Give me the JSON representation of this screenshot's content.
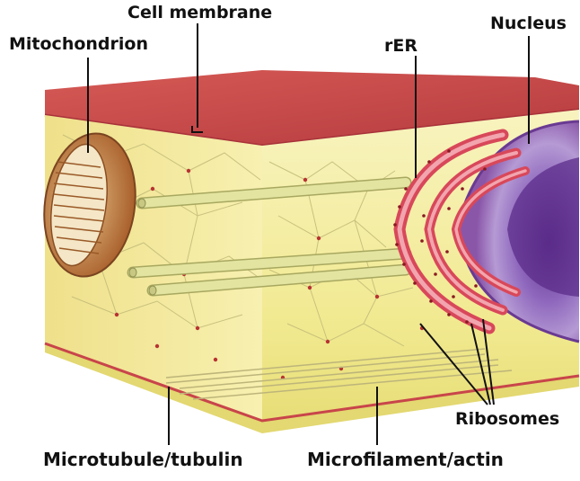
{
  "labels": {
    "cell_membrane": "Cell membrane",
    "mitochondrion": "Mitochondrion",
    "rer": "rER",
    "nucleus": "Nucleus",
    "ribosomes": "Ribosomes",
    "microtubule": "Microtubule/tubulin",
    "microfilament": "Microfilament/actin"
  },
  "colors": {
    "membrane_top": "#c84a4a",
    "cytoplasm": "#f3ec9c",
    "nucleus": "#8a56a8",
    "rer": "#d8485a",
    "mitochondrion": "#b8743a",
    "microtubule": "#dde096"
  }
}
